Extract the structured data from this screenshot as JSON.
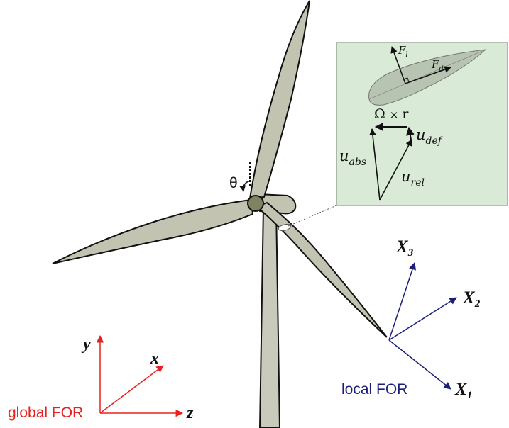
{
  "colors": {
    "global_frame": "#e8201f",
    "local_frame": "#1b1f7a",
    "blade_fill": "#c3c3b1",
    "tower_fill": "#c9cabb",
    "hub_fill": "#7f8360",
    "inset_bg": "#d9ead6",
    "inset_border": "#9aa898",
    "airfoil_fill": "#b7c4b2"
  },
  "turbine": {
    "rotation_angle_label": "θ"
  },
  "inset": {
    "lift_force": {
      "base": "F",
      "sub": "l"
    },
    "drag_force": {
      "base": "F",
      "sub": "d"
    },
    "rotation_velocity": {
      "omega": "Ω",
      "times": "×",
      "r": "r"
    },
    "deformation_velocity": {
      "base": "u",
      "sub": "def"
    },
    "absolute_velocity": {
      "base": "u",
      "sub": "abs"
    },
    "relative_velocity": {
      "base": "u",
      "sub": "rel"
    }
  },
  "local_frame": {
    "axis_x3": {
      "base": "X",
      "sub": "3"
    },
    "axis_x2": {
      "base": "X",
      "sub": "2"
    },
    "axis_x1": {
      "base": "X",
      "sub": "1"
    },
    "caption": "local FOR"
  },
  "global_frame": {
    "axis_y": "y",
    "axis_x": "x",
    "axis_z": "z",
    "caption": "global FOR"
  }
}
